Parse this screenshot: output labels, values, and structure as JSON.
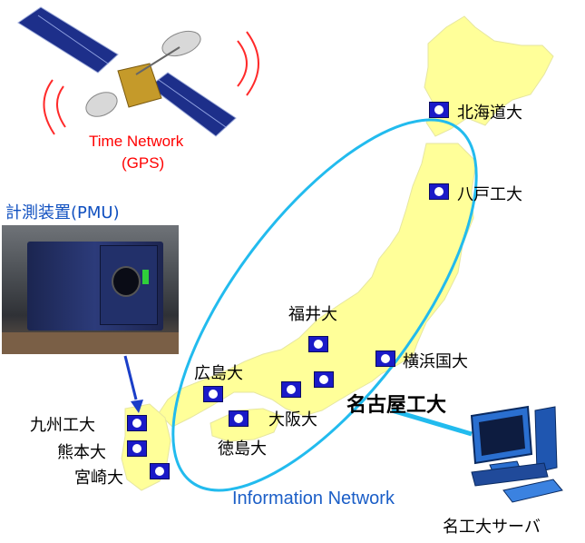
{
  "satellite": {
    "label_line1": "Time Network",
    "label_line2": "(GPS)"
  },
  "device": {
    "label": "計測装置(PMU)"
  },
  "network": {
    "label": "Information Network"
  },
  "server": {
    "title": "名古屋工大",
    "caption": "名工大サーバ"
  },
  "stations": [
    {
      "name": "北海道大"
    },
    {
      "name": "八戸工大"
    },
    {
      "name": "福井大"
    },
    {
      "name": "横浜国大"
    },
    {
      "name": "広島大"
    },
    {
      "name": "大阪大"
    },
    {
      "name": "徳島大"
    },
    {
      "name": "九州工大"
    },
    {
      "name": "熊本大"
    },
    {
      "name": "宮崎大"
    }
  ],
  "colors": {
    "land": "#ffff99",
    "marker": "#1a1ac8",
    "network_ring": "#22bbee",
    "time_label": "#ff0000"
  }
}
